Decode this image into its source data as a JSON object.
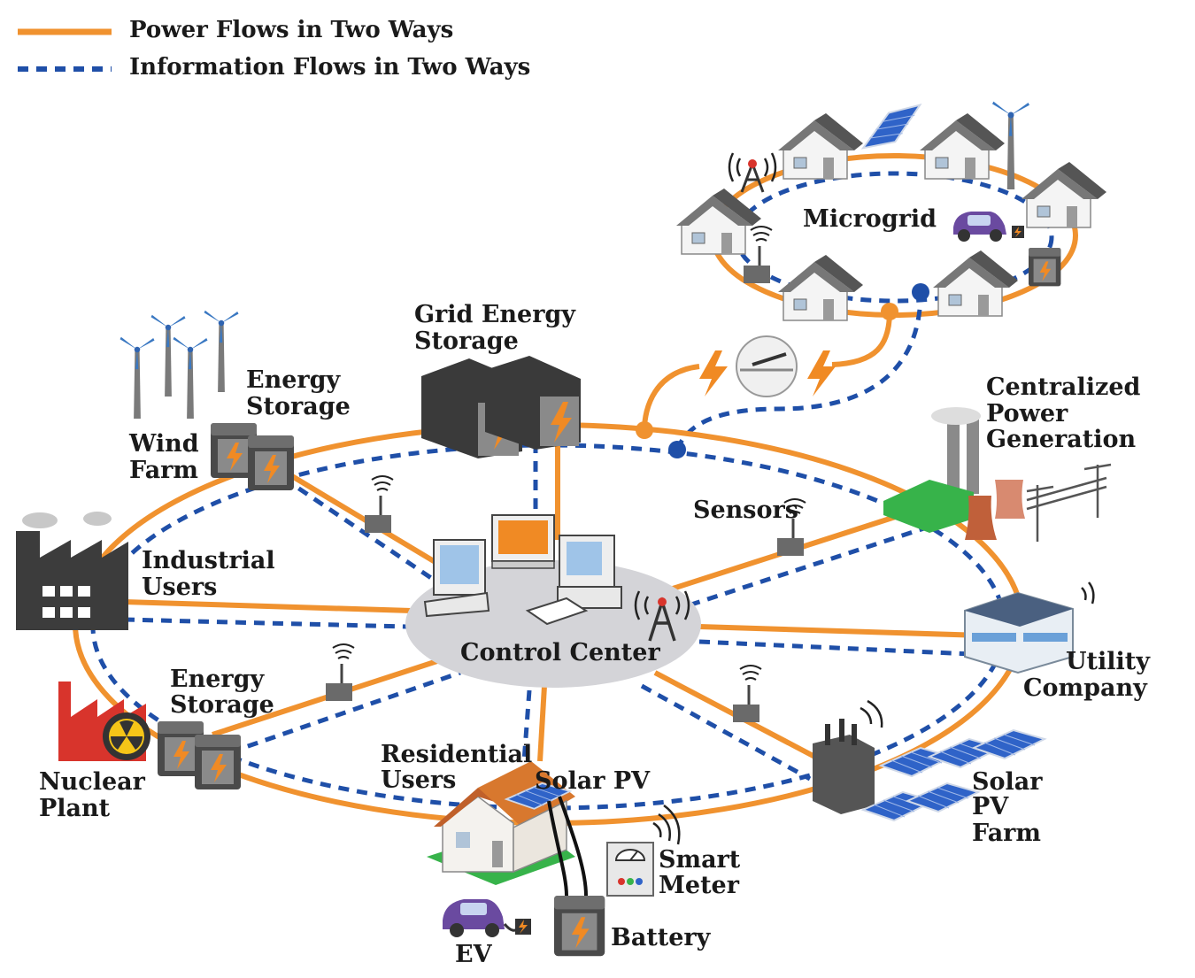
{
  "legend": {
    "power": "Power Flows in Two Ways",
    "info": "Information Flows in Two Ways"
  },
  "colors": {
    "power": "#f0922f",
    "info": "#1f4fa8",
    "battery_bolt": "#f08a24",
    "building_dark": "#3c3c3c",
    "green": "#37b34a",
    "nuclear_red": "#d8342c",
    "ev_purple": "#6a4aa0",
    "control_center": "#d4d4d8"
  },
  "labels": {
    "microgrid": "Microgrid",
    "grid_storage": [
      "Grid Energy",
      "Storage"
    ],
    "wind_farm": [
      "Wind",
      "Farm"
    ],
    "energy_storage_top": [
      "Energy",
      "Storage"
    ],
    "industrial": [
      "Industrial",
      "Users"
    ],
    "control_center": "Control Center",
    "sensors": "Sensors",
    "centralized": [
      "Centralized",
      "Power",
      "Generation"
    ],
    "utility": [
      "Utility",
      "Company"
    ],
    "energy_storage_bottom": [
      "Energy",
      "Storage"
    ],
    "nuclear": [
      "Nuclear",
      "Plant"
    ],
    "residential": [
      "Residential",
      "Users"
    ],
    "solar_pv": "Solar PV",
    "smart_meter": [
      "Smart",
      "Meter"
    ],
    "battery": "Battery",
    "ev": "EV",
    "solar_farm": [
      "Solar",
      "PV",
      "Farm"
    ]
  },
  "icons": [
    "wind-turbine-icon",
    "battery-icon",
    "factory-icon",
    "nuclear-plant-icon",
    "computer-icon",
    "antenna-tower-icon",
    "sensor-icon",
    "power-plant-icon",
    "office-building-icon",
    "transformer-icon",
    "solar-panel-icon",
    "house-icon",
    "ev-car-icon",
    "smart-meter-icon",
    "switch-icon"
  ]
}
